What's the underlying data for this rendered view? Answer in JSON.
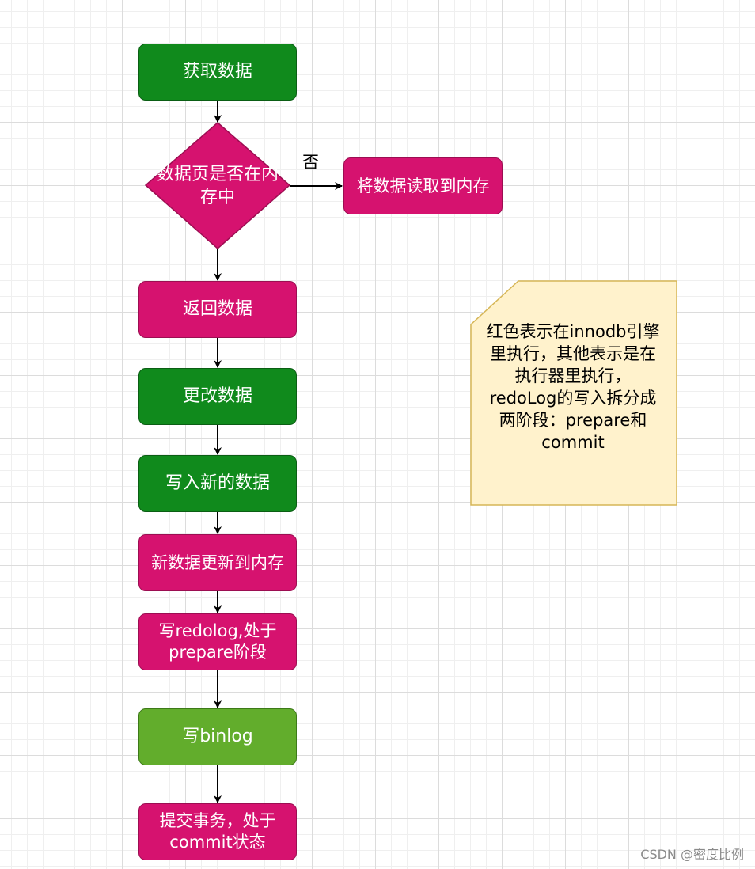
{
  "nodes": {
    "get_data": "获取数据",
    "decision": "数据页是否在内\n存中",
    "read_to_memory": "将数据读取到内存",
    "return_data": "返回数据",
    "modify_data": "更改数据",
    "write_new_data": "写入新的数据",
    "update_memory": "新数据更新到内存",
    "write_redolog": "写redolog,处于\nprepare阶段",
    "write_binlog": "写binlog",
    "commit": "提交事务，处于\ncommit状态"
  },
  "edge_labels": {
    "no": "否"
  },
  "note": "红色表示在innodb引擎\n里执行，其他表示是在\n执行器里执行，\nredoLog的写入拆分成\n两阶段：prepare和\ncommit",
  "watermark": "CSDN @密度比例",
  "colors": {
    "green": "#108a1c",
    "pink": "#d6126f",
    "light_green": "#62ad2c",
    "note_fill": "#fff2cc",
    "note_border": "#d6b656"
  }
}
